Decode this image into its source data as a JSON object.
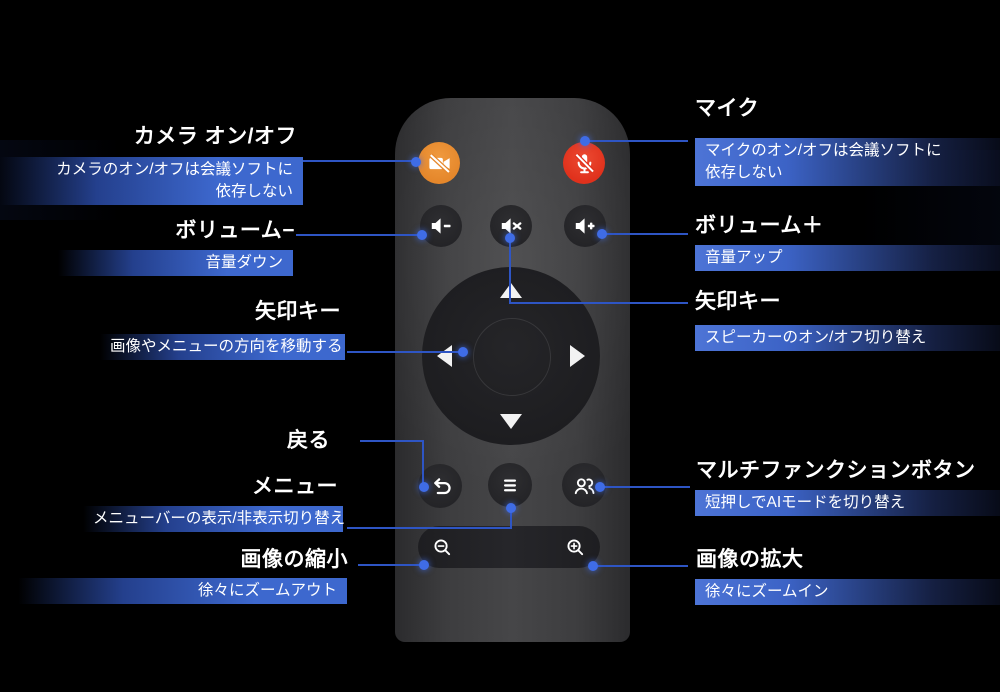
{
  "diagram_title": "remote-control-button-guide",
  "colors": {
    "background": "#000000",
    "accent_blue": "#3D68CE",
    "connector_blue": "#2E55C4",
    "dot_blue": "#3F6CE6",
    "camera_button": "#E5872B",
    "mic_button": "#E0311C",
    "remote_body": "#3E3E40",
    "dark_button": "#28282B"
  },
  "remote": {
    "buttons": [
      {
        "id": "camera-toggle",
        "icon": "camera-off-icon",
        "color": "#E5872B"
      },
      {
        "id": "mic-toggle",
        "icon": "mic-off-icon",
        "color": "#E0311C"
      },
      {
        "id": "volume-down",
        "icon": "speaker-minus-icon"
      },
      {
        "id": "speaker-mute",
        "icon": "speaker-mute-icon"
      },
      {
        "id": "volume-up",
        "icon": "speaker-plus-icon"
      },
      {
        "id": "dpad",
        "icon": "arrow-triangles"
      },
      {
        "id": "back",
        "icon": "return-arrow-icon"
      },
      {
        "id": "menu",
        "icon": "hamburger-icon"
      },
      {
        "id": "multi-function",
        "icon": "people-icon"
      },
      {
        "id": "zoom-rocker",
        "icons": [
          "zoom-out-icon",
          "zoom-in-icon"
        ]
      }
    ]
  },
  "labels": {
    "left": [
      {
        "title": "カメラ オン/オフ",
        "desc_lines": [
          "カメラのオン/オフは会議ソフトに",
          "依存しない"
        ]
      },
      {
        "title": "ボリューム−",
        "desc_lines": [
          "音量ダウン"
        ]
      },
      {
        "title": "矢印キー",
        "desc_lines": [
          "画像やメニューの方向を移動する"
        ]
      },
      {
        "title": "戻る",
        "desc_lines": []
      },
      {
        "title": "メニュー",
        "desc_lines": [
          "メニューバーの表示/非表示切り替え"
        ]
      },
      {
        "title": "画像の縮小",
        "desc_lines": [
          "徐々にズームアウト"
        ]
      }
    ],
    "right": [
      {
        "title": "マイク",
        "desc_lines": [
          "マイクのオン/オフは会議ソフトに",
          "依存しない"
        ]
      },
      {
        "title": "ボリューム＋",
        "desc_lines": [
          "音量アップ"
        ]
      },
      {
        "title": "矢印キー",
        "desc_lines": [
          "スピーカーのオン/オフ切り替え"
        ]
      },
      {
        "title": "マルチファンクションボタン",
        "desc_lines": [
          "短押しでAIモードを切り替え"
        ]
      },
      {
        "title": "画像の拡大",
        "desc_lines": [
          "徐々にズームイン"
        ]
      }
    ]
  }
}
